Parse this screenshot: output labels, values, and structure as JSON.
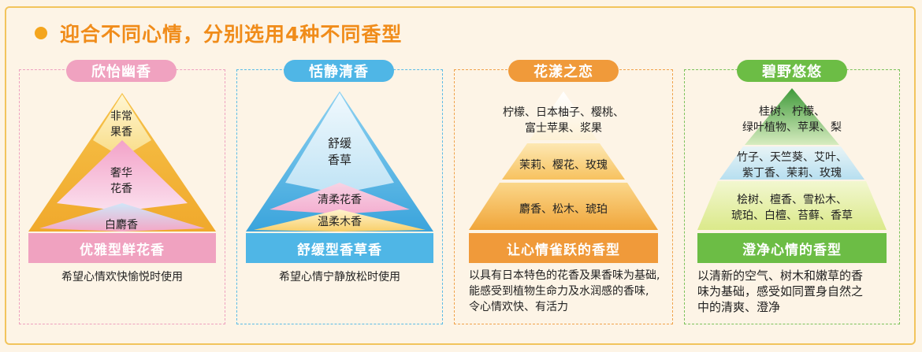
{
  "heading": "迎合不同心情，分别选用4种不同香型",
  "colors": {
    "pink": "#f3a6c3",
    "blue": "#4fb6e6",
    "orange": "#f09a3a",
    "green": "#6cbd45"
  },
  "panels": [
    {
      "title": "欣怡幽香",
      "layers": [
        {
          "label": "非常\n果香"
        },
        {
          "label": "奢华\n花香"
        },
        {
          "label": "白麝香"
        }
      ],
      "bar": "优雅型鲜花香",
      "desc": "希望心情欢快愉悦时使用"
    },
    {
      "title": "恬静清香",
      "layers": [
        {
          "label": "舒缓\n香草"
        },
        {
          "label": "清柔花香"
        },
        {
          "label": "温柔木香"
        }
      ],
      "bar": "舒缓型香草香",
      "desc": "希望心情宁静放松时使用"
    },
    {
      "title": "花漾之恋",
      "layers": [
        {
          "label": "柠檬、日本柚子、樱桃、\n富士苹果、浆果"
        },
        {
          "label": "茉莉、樱花、玫瑰"
        },
        {
          "label": "麝香、松木、琥珀"
        }
      ],
      "bar": "让心情雀跃的香型",
      "desc": "以具有日本特色的花香及果香味为基础,\n能感受到植物生命力及水润感的香味,\n令心情欢快、有活力"
    },
    {
      "title": "碧野悠悠",
      "layers": [
        {
          "label": "桂树、柠檬、\n绿叶植物、苹果、梨"
        },
        {
          "label": "竹子、天竺葵、艾叶、\n紫丁香、茉莉、玫瑰"
        },
        {
          "label": "桧树、檀香、雪松木、\n琥珀、白檀、苔藓、香草"
        }
      ],
      "bar": "澄净心情的香型",
      "desc": "以清新的空气、树木和嫩草的香\n味为基础，感受如同置身自然之\n中的清爽、澄净"
    }
  ]
}
